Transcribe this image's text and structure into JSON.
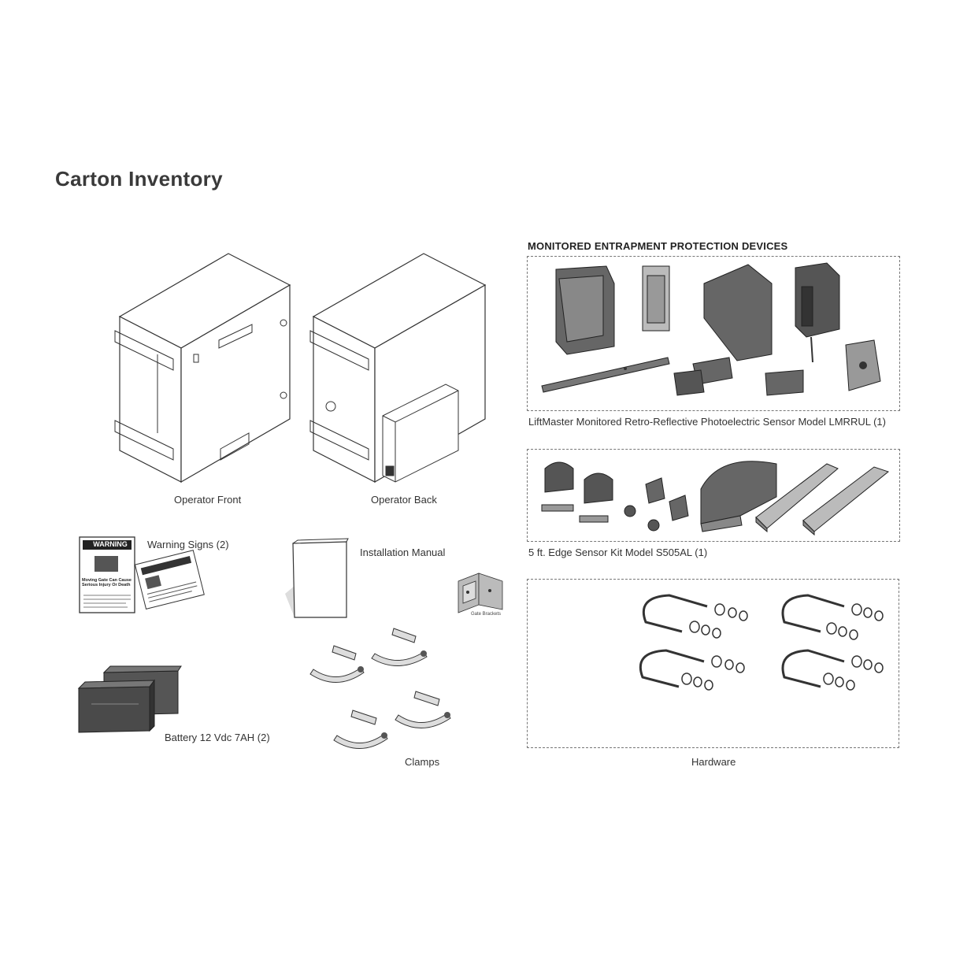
{
  "page": {
    "title": "Carton Inventory"
  },
  "items": {
    "operator_front": "Operator Front",
    "operator_back": "Operator Back",
    "warning_signs": "Warning Signs (2)",
    "installation_manual": "Installation Manual",
    "gate_brackets": "Gate Brackets",
    "battery": "Battery 12 Vdc 7AH (2)",
    "clamps": "Clamps",
    "hardware": "Hardware"
  },
  "warning_sign": {
    "header": "WARNING",
    "text_line1": "Moving Gate Can Cause",
    "text_line2": "Serious Injury Or Death"
  },
  "monitored": {
    "heading": "MONITORED ENTRAPMENT PROTECTION DEVICES",
    "photo_sensor_caption": "LiftMaster Monitored Retro-Reflective Photoelectric Sensor Model LMRRUL (1)",
    "edge_sensor_caption": "5 ft. Edge Sensor Kit Model S505AL (1)"
  },
  "colors": {
    "dark_part": "#5a5a5a",
    "outline": "#333333",
    "dashed_border": "#777777"
  }
}
